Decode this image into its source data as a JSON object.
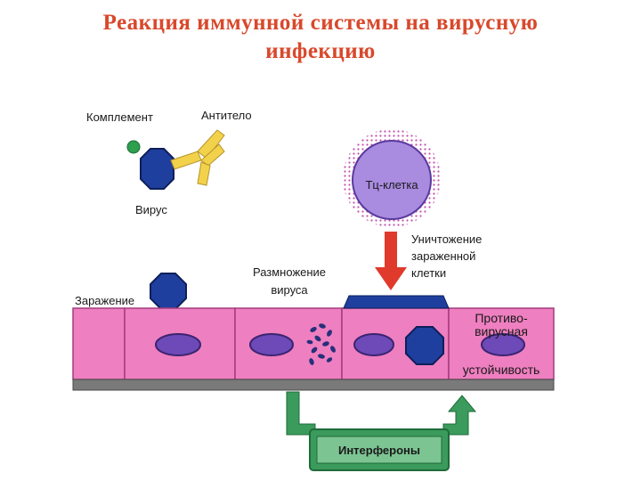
{
  "title": {
    "line1": "Реакция иммунной системы на вирусную",
    "line2": "инфекцию"
  },
  "labels": {
    "complement": "Комплемент",
    "antibody": "Антитело",
    "virus": "Вирус",
    "tc_cell": "Тц-клетка",
    "destruction_1": "Уничтожение",
    "destruction_2": "зараженной",
    "destruction_3": "клетки",
    "replication_1": "Размножение",
    "replication_2": "вируса",
    "infection": "Заражение",
    "antiviral_1": "Противо-",
    "antiviral_2": "вирусная",
    "antiviral_3": "устойчивость",
    "interferons": "Интерфероны"
  },
  "colors": {
    "title": "#d9482b",
    "virus": "#1f3f9e",
    "cell": "#ee7fc0",
    "nucleus": "#6e49b8",
    "antibody": "#f2d24a",
    "complement": "#2e9e4f",
    "arrow_red": "#e03a2c",
    "arrow_green": "#3a9b5c",
    "membrane": "#7a7a7a",
    "tc_cell": "#a98be0"
  }
}
